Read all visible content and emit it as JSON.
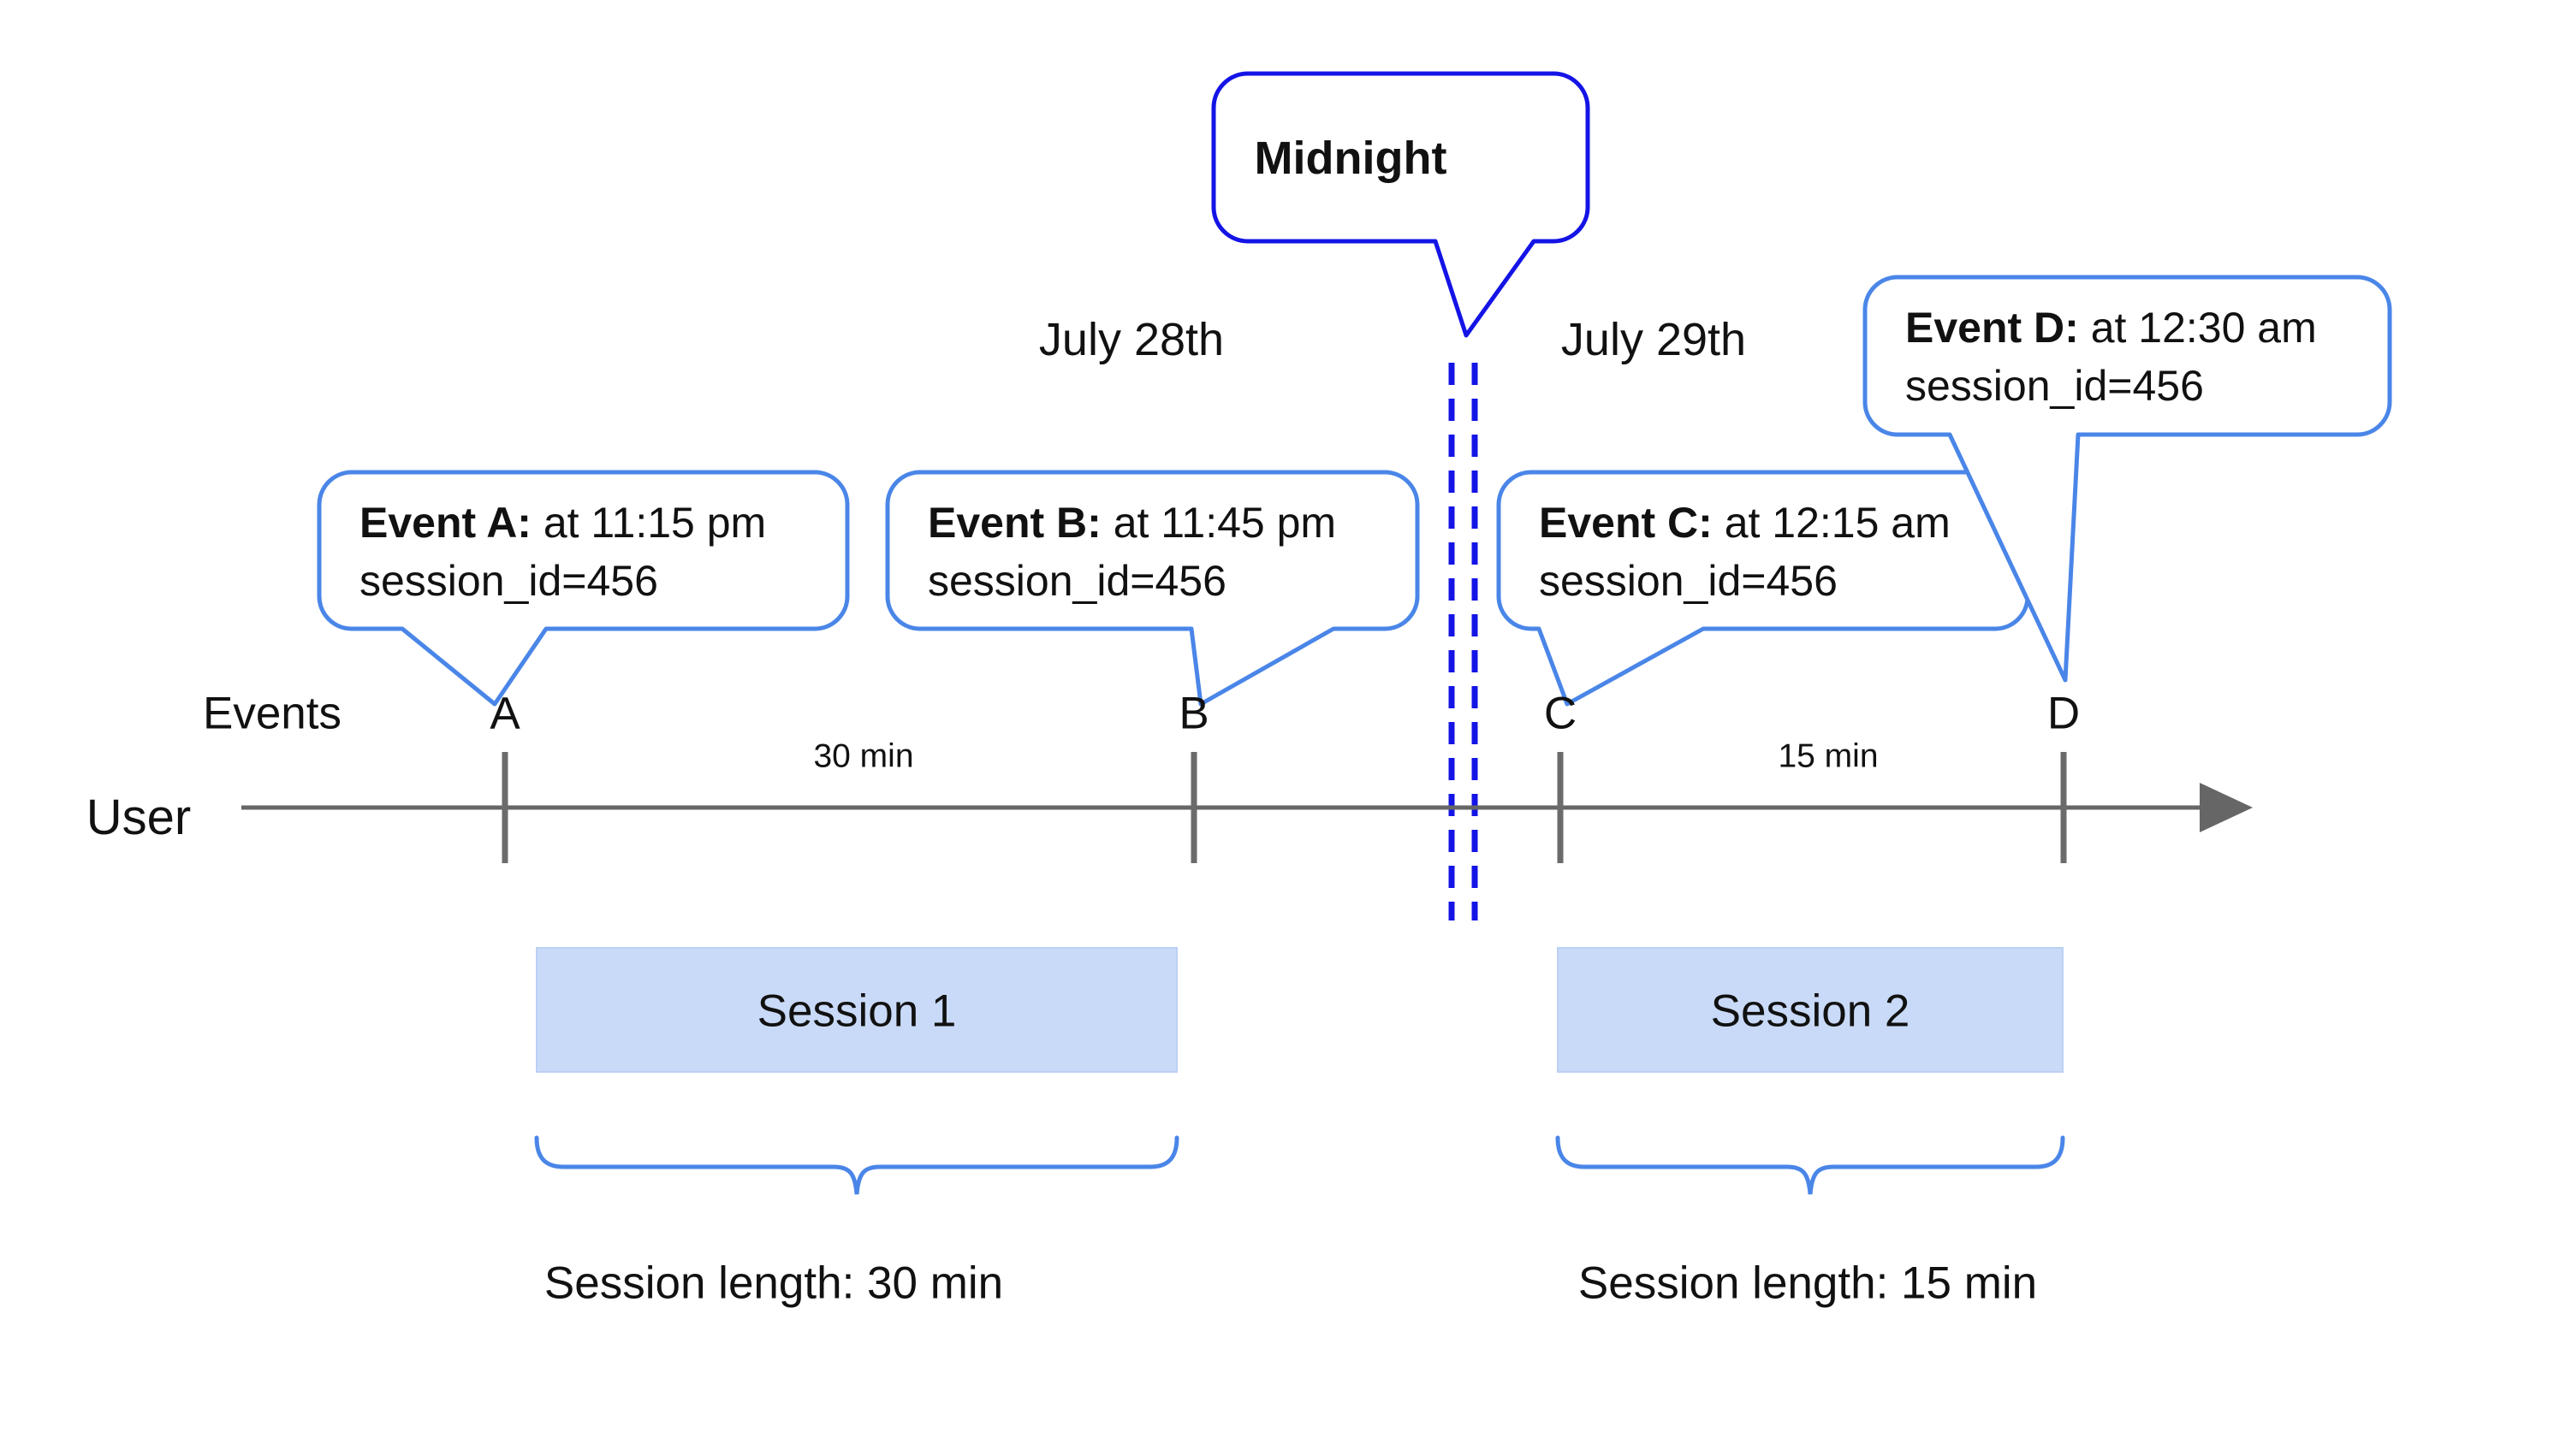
{
  "colors": {
    "bubble_blue": "#4a86e8",
    "midnight_blue": "#1414e6",
    "session_fill": "#c9daf8",
    "line_gray": "#666666",
    "text_black": "#111111"
  },
  "midnight_callout": {
    "label": "Midnight"
  },
  "dates": {
    "before_midnight": "July 28th",
    "after_midnight": "July 29th"
  },
  "event_callouts": [
    {
      "label": "Event A:",
      "time": " at 11:15 pm",
      "session": "session_id=456"
    },
    {
      "label": "Event B:",
      "time": " at 11:45 pm",
      "session": "session_id=456"
    },
    {
      "label": "Event C:",
      "time": " at 12:15 am",
      "session": "session_id=456"
    },
    {
      "label": "Event D:",
      "time": " at 12:30 am",
      "session": "session_id=456"
    }
  ],
  "timeline": {
    "row_label": "Events",
    "axis_label": "User",
    "ticks": [
      "A",
      "B",
      "C",
      "D"
    ],
    "intervals": [
      "30 min",
      "15 min"
    ]
  },
  "sessions": [
    {
      "name": "Session 1",
      "length": "Session length: 30 min"
    },
    {
      "name": "Session 2",
      "length": "Session length: 15 min"
    }
  ]
}
